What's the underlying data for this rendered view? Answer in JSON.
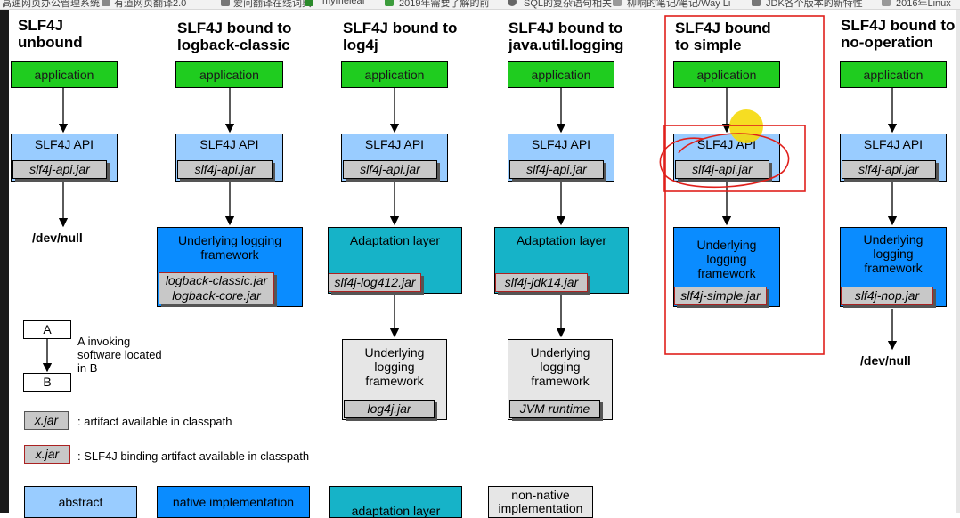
{
  "browser_bar": {
    "bookmarks": [
      "高速网页办公管理系统",
      "有道网页翻译2.0",
      "爱问翻译在线词典",
      "mymeleaf",
      "2019年需要了解的前",
      "SQL的复杂语句相关",
      "柳响的笔记/笔记/Way Li",
      "JDK各个版本的新特性",
      "2016年Linux"
    ]
  },
  "columns": [
    {
      "title": "SLF4J\nunbound",
      "app": "application",
      "api": "SLF4J API",
      "api_jar": "slf4j-api.jar",
      "bottom": "/dev/null"
    },
    {
      "title": "SLF4J bound to\nlogback-classic",
      "app": "application",
      "api": "SLF4J API",
      "api_jar": "slf4j-api.jar",
      "under": "Underlying logging\nframework",
      "under_jar1": "logback-classic.jar",
      "under_jar2": "logback-core.jar"
    },
    {
      "title": "SLF4J bound to\nlog4j",
      "app": "application",
      "api": "SLF4J API",
      "api_jar": "slf4j-api.jar",
      "adapt": "Adaptation layer",
      "adapt_jar": "slf4j-log412.jar",
      "native": "Underlying\nlogging\nframework",
      "native_jar": "log4j.jar"
    },
    {
      "title": "SLF4J bound to\njava.util.logging",
      "app": "application",
      "api": "SLF4J API",
      "api_jar": "slf4j-api.jar",
      "adapt": "Adaptation layer",
      "adapt_jar": "slf4j-jdk14.jar",
      "native": "Underlying\nlogging\nframework",
      "native_jar": "JVM runtime"
    },
    {
      "title": "SLF4J bound\nto simple",
      "app": "application",
      "api": "SLF4J API",
      "api_jar": "slf4j-api.jar",
      "under": "Underlying\nlogging\nframework",
      "under_jar": "slf4j-simple.jar"
    },
    {
      "title": "SLF4J bound to\nno-operation",
      "app": "application",
      "api": "SLF4J API",
      "api_jar": "slf4j-api.jar",
      "under": "Underlying\nlogging\nframework",
      "under_jar": "slf4j-nop.jar",
      "bottom": "/dev/null"
    }
  ],
  "legend": {
    "box_a": "A",
    "box_b": "B",
    "invoke_text": "A invoking\nsoftware located\nin B",
    "jar_sample": "x.jar",
    "jar_text": ": artifact available in classpath",
    "binding_sample": "x.jar",
    "binding_text": ": SLF4J binding artifact available in classpath",
    "swatch_abstract": "abstract",
    "swatch_native": "native implementation",
    "swatch_adaptation": "adaptation layer",
    "swatch_nonnative": "non-native\nimplementation"
  },
  "colors": {
    "application": "#1fcc1f",
    "api": "#99ccff",
    "native_impl": "#0a8cff",
    "adaptation": "#16b3c8",
    "non_native": "#e6e6e6",
    "jar": "#c8c8c8",
    "annotation_red": "#e0201c",
    "cursor_highlight": "#f5d90a"
  }
}
